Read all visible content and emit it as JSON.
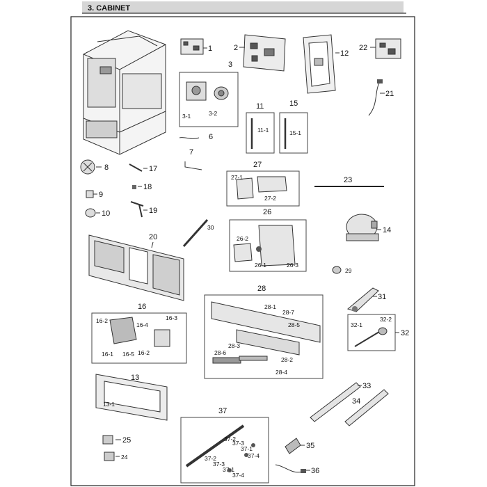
{
  "header": {
    "title": "3. CABINET"
  },
  "labels": {
    "l1": "1",
    "l2": "2",
    "l3": "3",
    "l3_1": "3-1",
    "l3_2": "3-2",
    "l6": "6",
    "l7": "7",
    "l8": "8",
    "l9": "9",
    "l10": "10",
    "l11": "11",
    "l11_1": "11-1",
    "l12": "12",
    "l13": "13",
    "l13_1": "13-1",
    "l14": "14",
    "l15": "15",
    "l15_1": "15-1",
    "l16": "16",
    "l16_1": "16-1",
    "l16_2a": "16-2",
    "l16_2b": "16-2",
    "l16_3": "16-3",
    "l16_4": "16-4",
    "l16_5": "16-5",
    "l17": "17",
    "l18": "18",
    "l19": "19",
    "l20": "20",
    "l21": "21",
    "l22": "22",
    "l23": "23",
    "l24": "24",
    "l25": "25",
    "l26": "26",
    "l26_1": "26-1",
    "l26_2": "26-2",
    "l26_3": "26-3",
    "l27": "27",
    "l27_1": "27-1",
    "l27_2": "27-2",
    "l28": "28",
    "l28_1": "28-1",
    "l28_2": "28-2",
    "l28_3": "28-3",
    "l28_4": "28-4",
    "l28_5": "28-5",
    "l28_6": "28-6",
    "l28_7": "28-7",
    "l29": "29",
    "l30": "30",
    "l31": "31",
    "l32": "32",
    "l32_1": "32-1",
    "l32_2": "32-2",
    "l33": "33",
    "l34": "34",
    "l35": "35",
    "l36": "36",
    "l37": "37",
    "l37_1a": "37-1",
    "l37_1b": "37-1",
    "l37_2a": "37-2",
    "l37_2b": "37-2",
    "l37_3a": "37-3",
    "l37_3b": "37-3",
    "l37_4a": "37-4",
    "l37_4b": "37-4"
  }
}
